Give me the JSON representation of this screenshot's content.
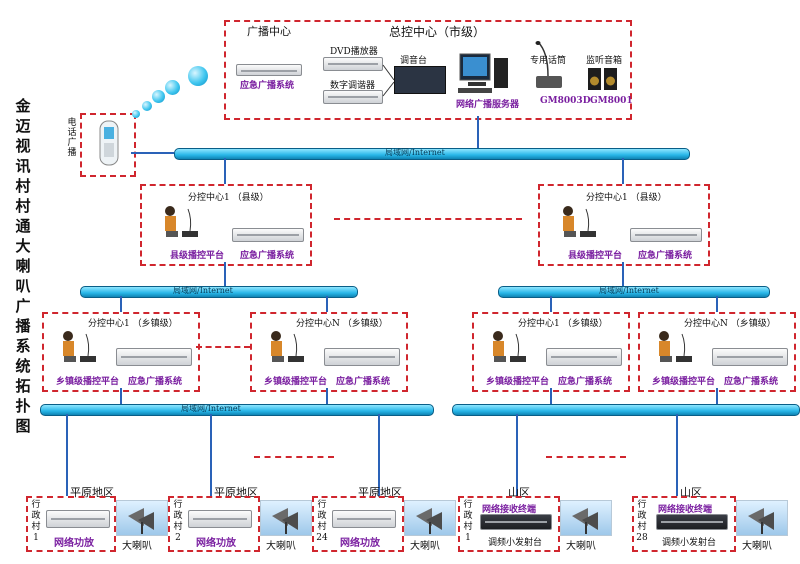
{
  "title_vertical": [
    "金",
    "迈",
    "视",
    "讯",
    "村",
    "村",
    "通",
    "大",
    "喇",
    "叭",
    "广",
    "播",
    "系",
    "统",
    "拓",
    "扑",
    "图"
  ],
  "phone_broadcast": "电话广播",
  "top": {
    "broadcast_center": "广播中心",
    "control_center": "总控中心（市级）",
    "dvd": "DVD播放器",
    "tuner": "数字调谐器",
    "mixer": "调音台",
    "emergency": "应急广播系统",
    "server": "网络广播服务器",
    "mic_label": "专用话筒",
    "mic_model": "GM8003D",
    "speaker_label": "监听音箱",
    "speaker_model": "GM8001"
  },
  "bus_label": "局域网/Internet",
  "county": {
    "title": "分控中心1 （县级）",
    "platform": "县级播控平台",
    "emergency": "应急广播系统"
  },
  "town": [
    {
      "title": "分控中心1 （乡镇级）",
      "platform": "乡镇级播控平台",
      "emergency": "应急广播系统"
    },
    {
      "title": "分控中心N （乡镇级）",
      "platform": "乡镇级播控平台",
      "emergency": "应急广播系统"
    },
    {
      "title": "分控中心1 （乡镇级）",
      "platform": "乡镇级播控平台",
      "emergency": "应急广播系统"
    },
    {
      "title": "分控中心N （乡镇级）",
      "platform": "乡镇级播控平台",
      "emergency": "应急广播系统"
    }
  ],
  "villages": [
    {
      "region": "平原地区",
      "village": [
        "行",
        "政",
        "村",
        "1"
      ],
      "device": "网络功放",
      "speaker": "大喇叭"
    },
    {
      "region": "平原地区",
      "village": [
        "行",
        "政",
        "村",
        "2"
      ],
      "device": "网络功放",
      "speaker": "大喇叭"
    },
    {
      "region": "平原地区",
      "village": [
        "行",
        "政",
        "村",
        "24"
      ],
      "device": "网络功放",
      "speaker": "大喇叭"
    },
    {
      "region": "山区",
      "village": [
        "行",
        "政",
        "村",
        "1"
      ],
      "device_top": "网络接收终端",
      "device": "调频小发射台",
      "speaker": "大喇叭"
    },
    {
      "region": "山区",
      "village": [
        "行",
        "政",
        "村",
        "28"
      ],
      "device_top": "网络接收终端",
      "device": "调频小发射台",
      "speaker": "大喇叭"
    }
  ],
  "colors": {
    "dash": "#d0262e",
    "bus": "#28b6e8",
    "label": "#7a1fa0"
  }
}
